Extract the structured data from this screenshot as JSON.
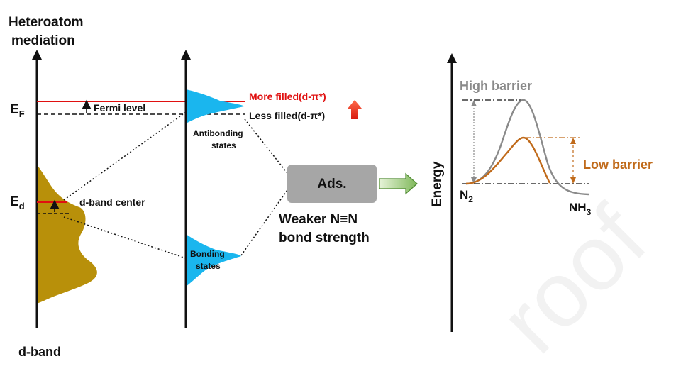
{
  "labels": {
    "heteroatom": "Heteroatom",
    "mediation": "mediation",
    "ef_main": "E",
    "ef_sub": "F",
    "ed_main": "E",
    "ed_sub": "d",
    "fermi_level": "Fermi level",
    "dband_center": "d-band center",
    "dband": "d-band",
    "more_filled": "More filled(d-π*)",
    "less_filled": "Less filled(d-π*)",
    "antibonding_1": "Antibonding",
    "antibonding_2": "states",
    "bonding_1": "Bonding",
    "bonding_2": "states",
    "ads": "Ads.",
    "weaker_1": "Weaker N≡N",
    "weaker_2": "bond strength",
    "energy": "Energy",
    "high_barrier": "High barrier",
    "low_barrier": "Low barrier",
    "n2_main": "N",
    "n2_sub": "2",
    "nh3_main": "NH",
    "nh3_sub": "3",
    "watermark": "roof"
  },
  "colors": {
    "dband_fill": "#b8900a",
    "states_fill": "#1ab6ee",
    "fermi_red": "#e01010",
    "high_barrier_gray": "#8a8a8a",
    "low_barrier_orange": "#c06a1a",
    "ads_box": "#a6a6a6",
    "arrow_green": "#7fb85a",
    "up_arrow_red": "#e83a20"
  }
}
